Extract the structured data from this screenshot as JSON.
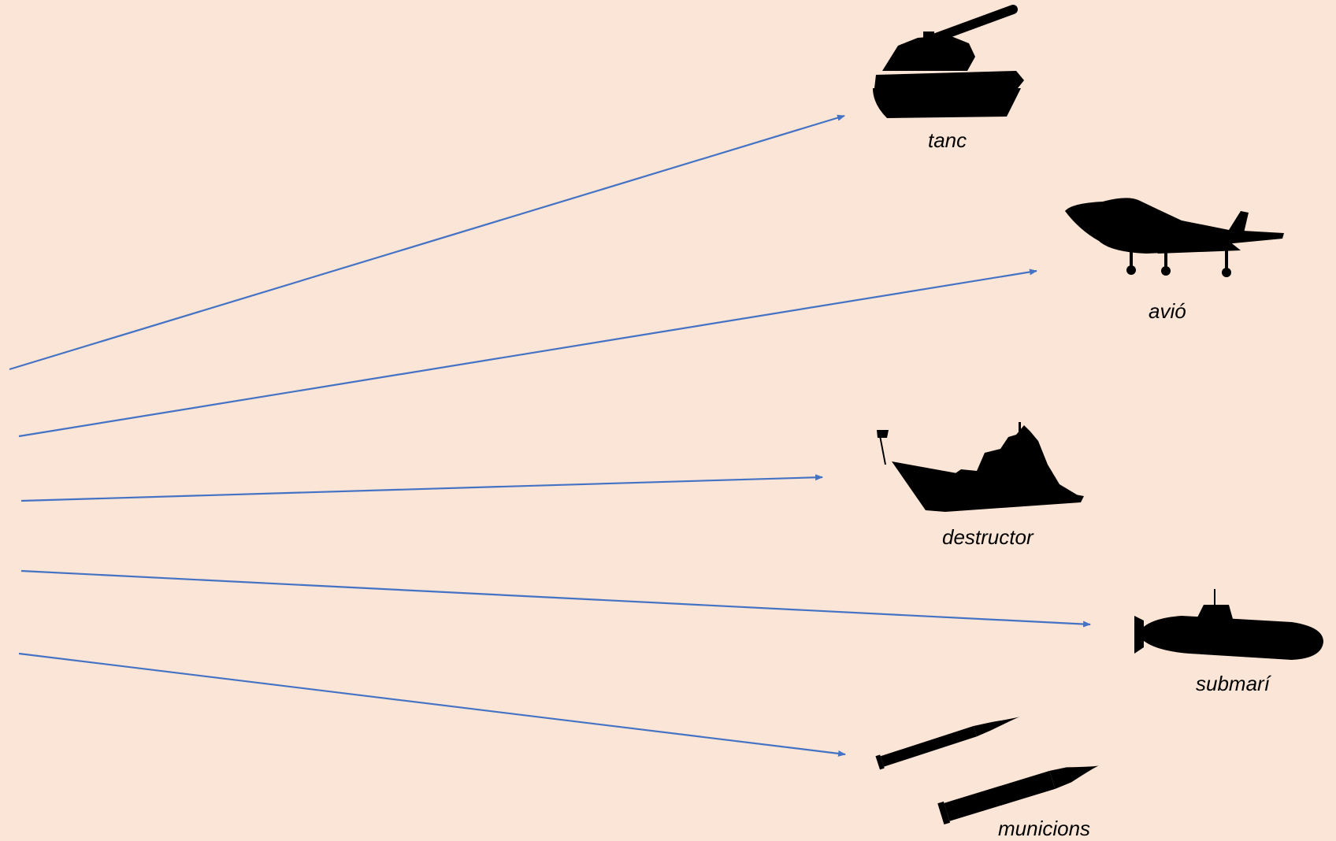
{
  "colors": {
    "background": "#fbe5d6",
    "arrow": "#4472c4",
    "silhouette": "#000000"
  },
  "items": [
    {
      "label": "tanc",
      "icon": "tank-icon"
    },
    {
      "label": "avió",
      "icon": "airplane-icon"
    },
    {
      "label": "destructor",
      "icon": "destroyer-ship-icon"
    },
    {
      "label": "submarí",
      "icon": "submarine-icon"
    },
    {
      "label": "municions",
      "icon": "ammunition-icon"
    }
  ]
}
